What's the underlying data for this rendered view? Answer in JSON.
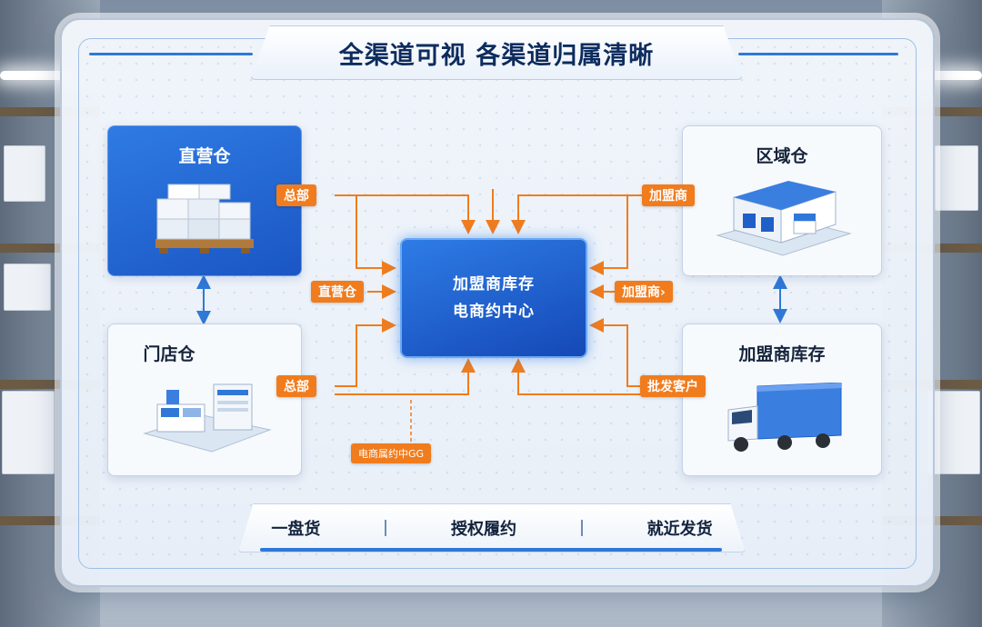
{
  "title": "全渠道可视 各渠道归属清晰",
  "cards": {
    "direct_warehouse": "直营仓",
    "store_warehouse": "门店仓",
    "regional_warehouse": "区域仓",
    "franchise_inventory": "加盟商库存"
  },
  "center": {
    "line1": "加盟商库存",
    "line2": "电商约中心"
  },
  "tags": {
    "hq_top": "总部",
    "direct": "直营仓",
    "hq_bottom": "总部",
    "ecom": "电商属约中GG",
    "franchisee_top": "加盟商",
    "franchisee_mid": "加盟商›",
    "wholesale": "批发客户"
  },
  "bottom": [
    "一盘货",
    "授权履约",
    "就近发货"
  ],
  "colors": {
    "accent_blue": "#2f78d8",
    "tag_orange": "#f07c1e",
    "title_navy": "#0d2c5e"
  }
}
